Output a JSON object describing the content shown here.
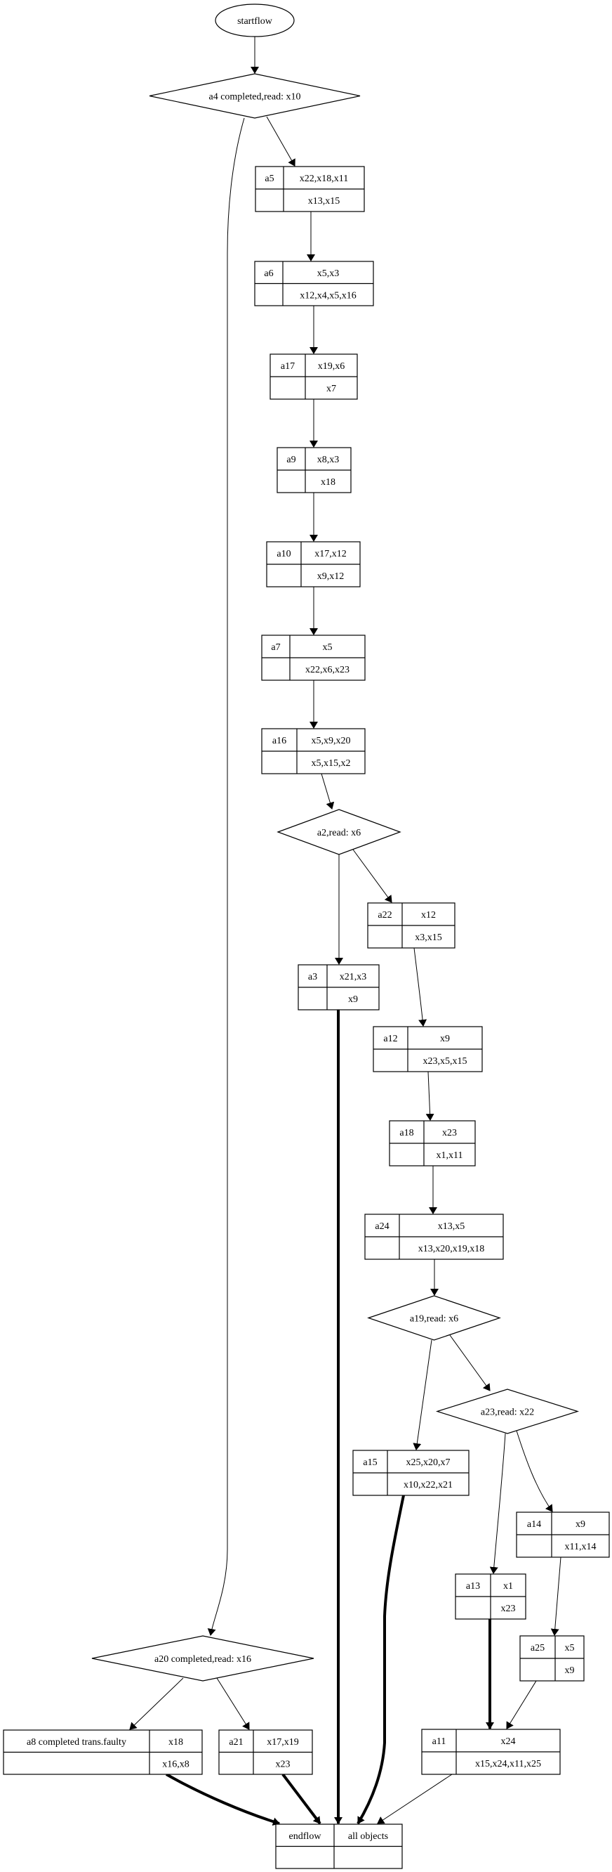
{
  "diagram": {
    "start": {
      "id": "startflow",
      "label": "startflow"
    },
    "decisions": [
      {
        "id": "a4",
        "label": "a4 completed,read: x10"
      },
      {
        "id": "a2",
        "label": "a2,read: x6"
      },
      {
        "id": "a19",
        "label": "a19,read: x6"
      },
      {
        "id": "a23",
        "label": "a23,read: x22"
      },
      {
        "id": "a20",
        "label": "a20 completed,read: x16"
      }
    ],
    "activities": [
      {
        "id": "a5",
        "name": "a5",
        "top": "x22,x18,x11",
        "bottom": "x13,x15"
      },
      {
        "id": "a6",
        "name": "a6",
        "top": "x5,x3",
        "bottom": "x12,x4,x5,x16"
      },
      {
        "id": "a17",
        "name": "a17",
        "top": "x19,x6",
        "bottom": "x7"
      },
      {
        "id": "a9",
        "name": "a9",
        "top": "x8,x3",
        "bottom": "x18"
      },
      {
        "id": "a10",
        "name": "a10",
        "top": "x17,x12",
        "bottom": "x9,x12"
      },
      {
        "id": "a7",
        "name": "a7",
        "top": "x5",
        "bottom": "x22,x6,x23"
      },
      {
        "id": "a16",
        "name": "a16",
        "top": "x5,x9,x20",
        "bottom": "x5,x15,x2"
      },
      {
        "id": "a22",
        "name": "a22",
        "top": "x12",
        "bottom": "x3,x15"
      },
      {
        "id": "a3",
        "name": "a3",
        "top": "x21,x3",
        "bottom": "x9"
      },
      {
        "id": "a12",
        "name": "a12",
        "top": "x9",
        "bottom": "x23,x5,x15"
      },
      {
        "id": "a18",
        "name": "a18",
        "top": "x23",
        "bottom": "x1,x11"
      },
      {
        "id": "a24",
        "name": "a24",
        "top": "x13,x5",
        "bottom": "x13,x20,x19,x18"
      },
      {
        "id": "a15",
        "name": "a15",
        "top": "x25,x20,x7",
        "bottom": "x10,x22,x21"
      },
      {
        "id": "a14",
        "name": "a14",
        "top": "x9",
        "bottom": "x11,x14"
      },
      {
        "id": "a13",
        "name": "a13",
        "top": "x1",
        "bottom": "x23"
      },
      {
        "id": "a25",
        "name": "a25",
        "top": "x5",
        "bottom": "x9"
      },
      {
        "id": "a8",
        "name": "a8 completed trans.faulty",
        "top": "x18",
        "bottom": "x16,x8"
      },
      {
        "id": "a21",
        "name": "a21",
        "top": "x17,x19",
        "bottom": "x23"
      },
      {
        "id": "a11",
        "name": "a11",
        "top": "x24",
        "bottom": "x15,x24,x11,x25"
      }
    ],
    "end": {
      "id": "endflow",
      "name": "endflow",
      "top": "all objects",
      "bottom": ""
    },
    "edges": [
      {
        "from": "startflow",
        "to": "a4",
        "bold": false
      },
      {
        "from": "a4",
        "to": "a5",
        "bold": false
      },
      {
        "from": "a4",
        "to": "a20",
        "bold": false
      },
      {
        "from": "a5",
        "to": "a6",
        "bold": false
      },
      {
        "from": "a6",
        "to": "a17",
        "bold": false
      },
      {
        "from": "a17",
        "to": "a9",
        "bold": false
      },
      {
        "from": "a9",
        "to": "a10",
        "bold": false
      },
      {
        "from": "a10",
        "to": "a7",
        "bold": false
      },
      {
        "from": "a7",
        "to": "a16",
        "bold": false
      },
      {
        "from": "a16",
        "to": "a2",
        "bold": false
      },
      {
        "from": "a2",
        "to": "a22",
        "bold": false
      },
      {
        "from": "a2",
        "to": "a3",
        "bold": false
      },
      {
        "from": "a22",
        "to": "a12",
        "bold": false
      },
      {
        "from": "a12",
        "to": "a18",
        "bold": false
      },
      {
        "from": "a18",
        "to": "a24",
        "bold": false
      },
      {
        "from": "a24",
        "to": "a19",
        "bold": false
      },
      {
        "from": "a19",
        "to": "a15",
        "bold": false
      },
      {
        "from": "a19",
        "to": "a23",
        "bold": false
      },
      {
        "from": "a23",
        "to": "a14",
        "bold": false
      },
      {
        "from": "a23",
        "to": "a13",
        "bold": false
      },
      {
        "from": "a14",
        "to": "a25",
        "bold": false
      },
      {
        "from": "a25",
        "to": "a11",
        "bold": false
      },
      {
        "from": "a13",
        "to": "a11",
        "bold": true
      },
      {
        "from": "a20",
        "to": "a8",
        "bold": false
      },
      {
        "from": "a20",
        "to": "a21",
        "bold": false
      },
      {
        "from": "a8",
        "to": "endflow",
        "bold": true
      },
      {
        "from": "a21",
        "to": "endflow",
        "bold": true
      },
      {
        "from": "a3",
        "to": "endflow",
        "bold": true
      },
      {
        "from": "a15",
        "to": "endflow",
        "bold": true
      },
      {
        "from": "a11",
        "to": "endflow",
        "bold": false
      }
    ]
  }
}
